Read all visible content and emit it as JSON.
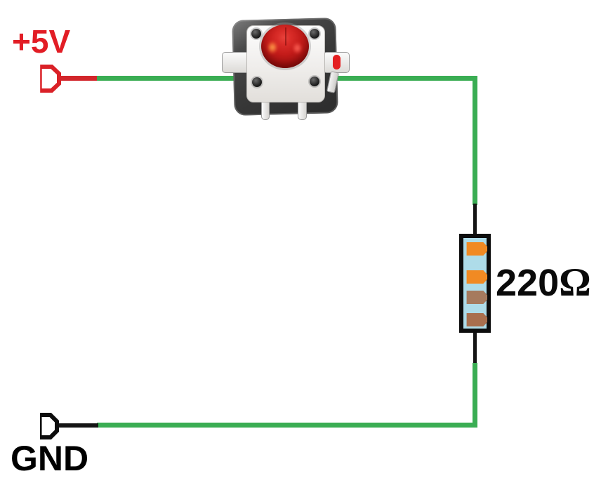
{
  "circuit": {
    "power": {
      "label": "+5V"
    },
    "ground": {
      "label": "GND"
    },
    "resistor": {
      "value": "220",
      "unit": "Ω",
      "display": "220Ω",
      "band_colors": [
        "orange",
        "orange",
        "brown",
        "brown"
      ]
    },
    "pushbutton": {
      "type": "tactile-pushbutton-with-red-led"
    },
    "wire_colors": {
      "signal_green": "#3aad53",
      "power_red": "#d2262b",
      "ground_black": "#141414"
    },
    "palette": {
      "power_text": "#e21d25",
      "ground_text": "#000000",
      "power_terminal": "#da2127",
      "ground_terminal": "#0d0d0d",
      "resistor_body": "#aedce9",
      "band_orange": "#f18a23",
      "band_brown_light": "#a67a5e",
      "band_brown_dark": "#a96f4e",
      "led_red": "#c41c1a"
    }
  }
}
